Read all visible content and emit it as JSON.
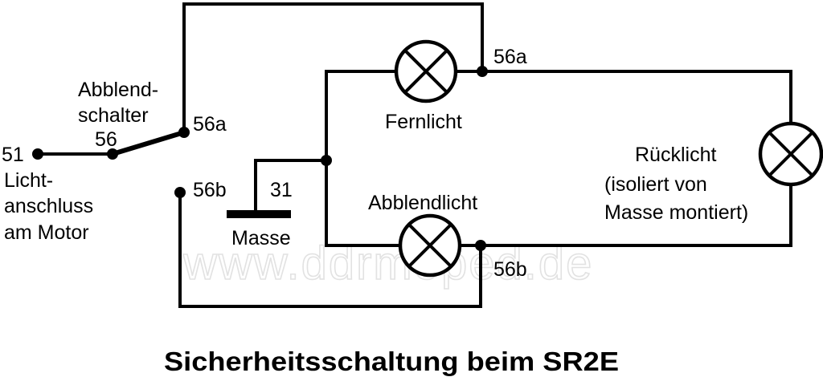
{
  "labels": {
    "terminal_51": "51",
    "licht_line1": "Licht-",
    "licht_line2": "anschluss",
    "licht_line3": "am Motor",
    "switch_line1": "Abblend-",
    "switch_line2": "schalter",
    "switch_56": "56",
    "switch_56a": "56a",
    "switch_56b": "56b",
    "ground_31": "31",
    "masse": "Masse",
    "fernlicht": "Fernlicht",
    "abblendlicht": "Abblendlicht",
    "node_56a": "56a",
    "node_56b": "56b",
    "ruecklicht_line1": "Rücklicht",
    "ruecklicht_line2": "(isoliert von",
    "ruecklicht_line3": "Masse montiert)"
  },
  "watermark": "www.ddrmoped.de",
  "title": "Sicherheitsschaltung beim SR2E"
}
